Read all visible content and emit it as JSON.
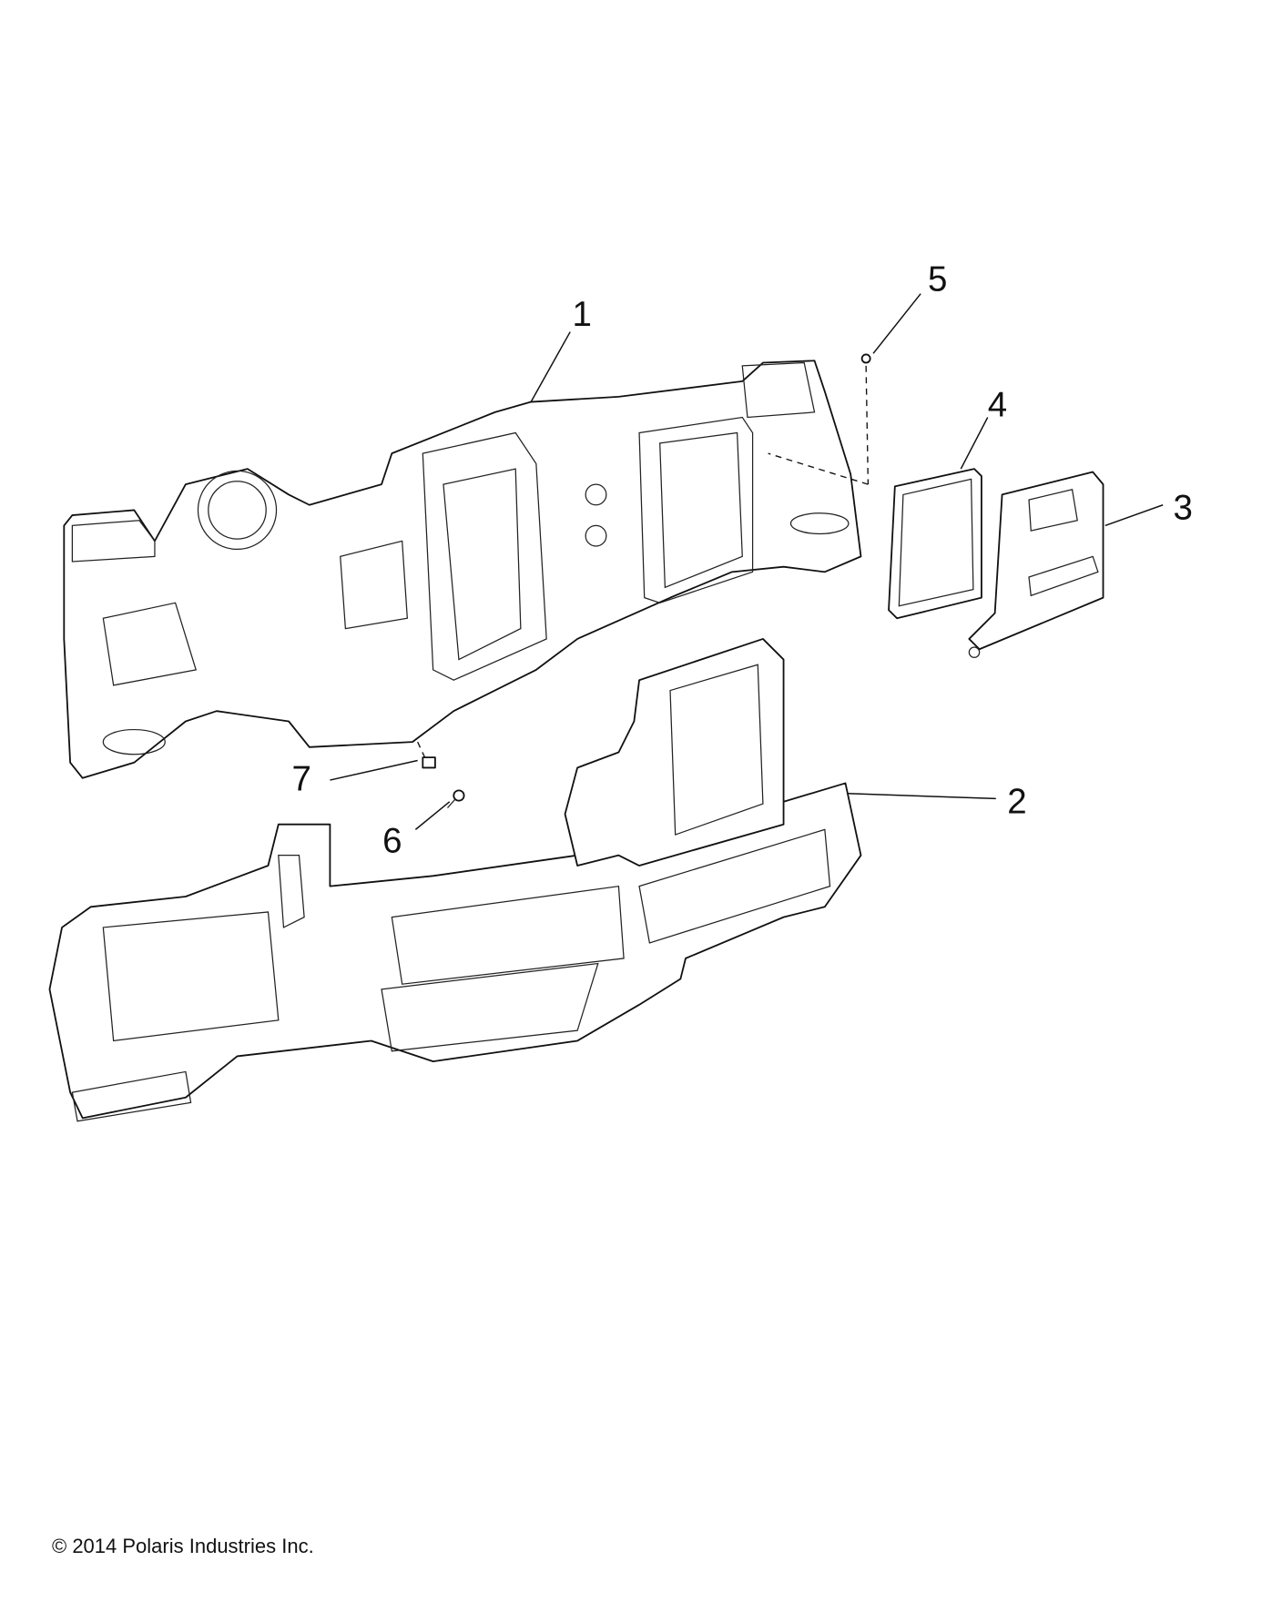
{
  "diagram": {
    "callouts": [
      "1",
      "2",
      "3",
      "4",
      "5",
      "6",
      "7"
    ]
  },
  "footer": {
    "copyright": "© 2014 Polaris Industries Inc."
  }
}
